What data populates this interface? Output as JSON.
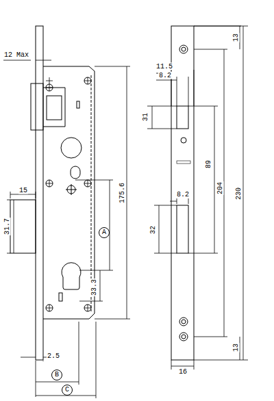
{
  "diagram": {
    "nodes": [
      {
        "text": [
          "A"
        ]
      },
      {
        "text": [
          "B"
        ]
      },
      {
        "text": [
          "C"
        ]
      }
    ],
    "labels": [
      "12 Max",
      "15",
      "31.7",
      "175.6",
      "33.3",
      "2.5",
      "11.5",
      "8.2",
      "31",
      "89",
      "8.2",
      "204",
      "230",
      "32",
      "13",
      "13",
      "16"
    ]
  }
}
